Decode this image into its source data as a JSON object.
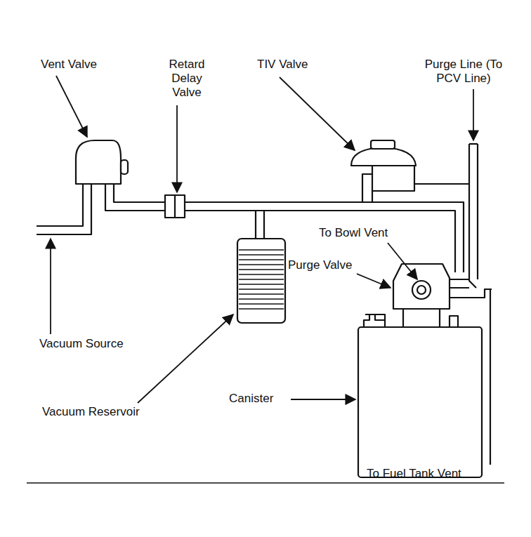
{
  "diagram": {
    "labels": [
      "Vent Valve",
      "Retard Delay Valve",
      "TIV Valve",
      "Purge Line (To PCV Line)",
      "To Bowl Vent",
      "Purge Valve",
      "Vacuum Source",
      "Canister",
      "Vacuum Reservoir",
      "To Fuel Tank Vent"
    ]
  }
}
